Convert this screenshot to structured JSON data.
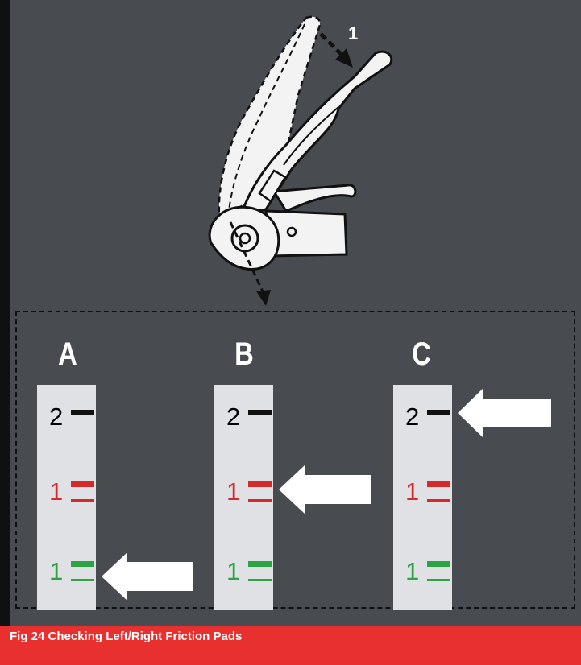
{
  "illustration": {
    "callout_number": "1"
  },
  "columns": [
    {
      "letter": "A",
      "marks": [
        {
          "label": "2",
          "color": "#111111"
        },
        {
          "label": "1",
          "color": "#d62a2a"
        },
        {
          "label": "1",
          "color": "#2ea344"
        }
      ],
      "indicated_mark_index": 2
    },
    {
      "letter": "B",
      "marks": [
        {
          "label": "2",
          "color": "#111111"
        },
        {
          "label": "1",
          "color": "#d62a2a"
        },
        {
          "label": "1",
          "color": "#2ea344"
        }
      ],
      "indicated_mark_index": 1
    },
    {
      "letter": "C",
      "marks": [
        {
          "label": "2",
          "color": "#111111"
        },
        {
          "label": "1",
          "color": "#d62a2a"
        },
        {
          "label": "1",
          "color": "#2ea344"
        }
      ],
      "indicated_mark_index": 0
    }
  ],
  "caption": "Fig 24 Checking Left/Right Friction Pads",
  "colors": {
    "background": "#484b50",
    "caption_bar": "#e8302f",
    "gauge": "#dfe1e5",
    "arrow": "#ffffff"
  }
}
